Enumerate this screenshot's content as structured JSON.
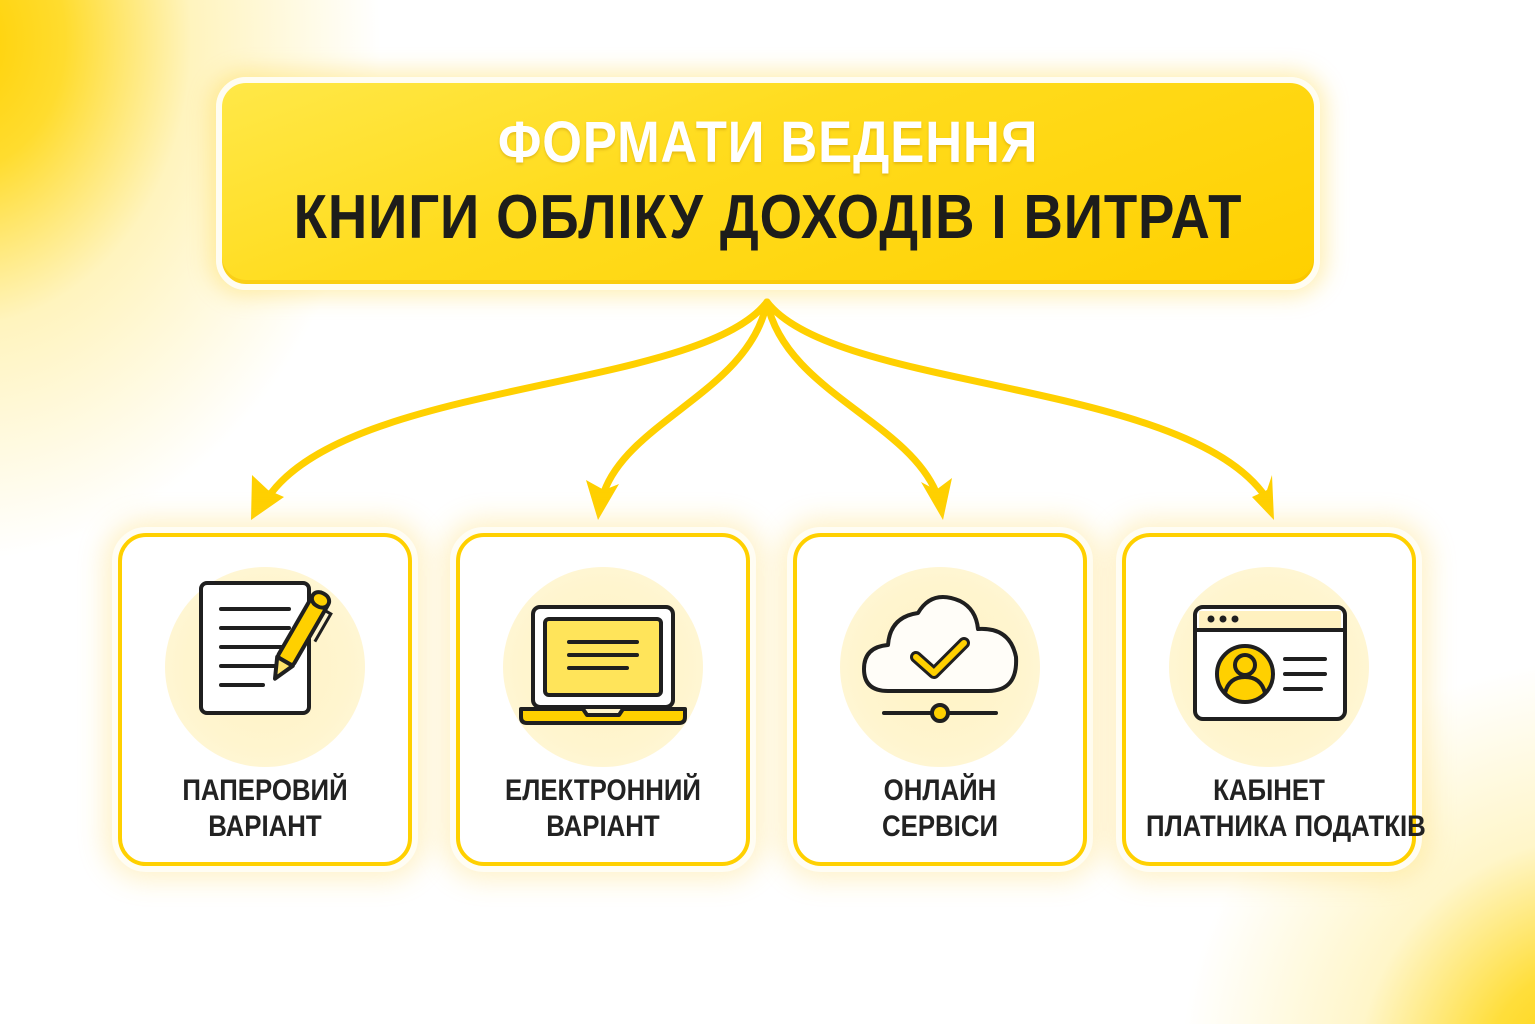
{
  "title": {
    "line1": "ФОРМАТИ ВЕДЕННЯ",
    "line2": "КНИГИ ОБЛІКУ ДОХОДІВ І ВИТРАТ"
  },
  "colors": {
    "accent_yellow": "#ffd000",
    "title_light_yellow": "#ffe848",
    "text_dark": "#1d1d1b",
    "title_white": "#ffffff",
    "icon_circle_bg": "#fff3c4"
  },
  "cards": [
    {
      "icon": "document-pen-icon",
      "label_line1": "ПАПЕРОВИЙ",
      "label_line2": "ВАРІАНТ"
    },
    {
      "icon": "laptop-icon",
      "label_line1": "ЕЛЕКТРОННИЙ",
      "label_line2": "ВАРІАНТ"
    },
    {
      "icon": "cloud-check-icon",
      "label_line1": "ОНЛАЙН",
      "label_line2": "СЕРВІСИ"
    },
    {
      "icon": "browser-profile-icon",
      "label_line1": "КАБІНЕТ",
      "label_line2": "ПЛАТНИКА ПОДАТКІВ"
    }
  ]
}
